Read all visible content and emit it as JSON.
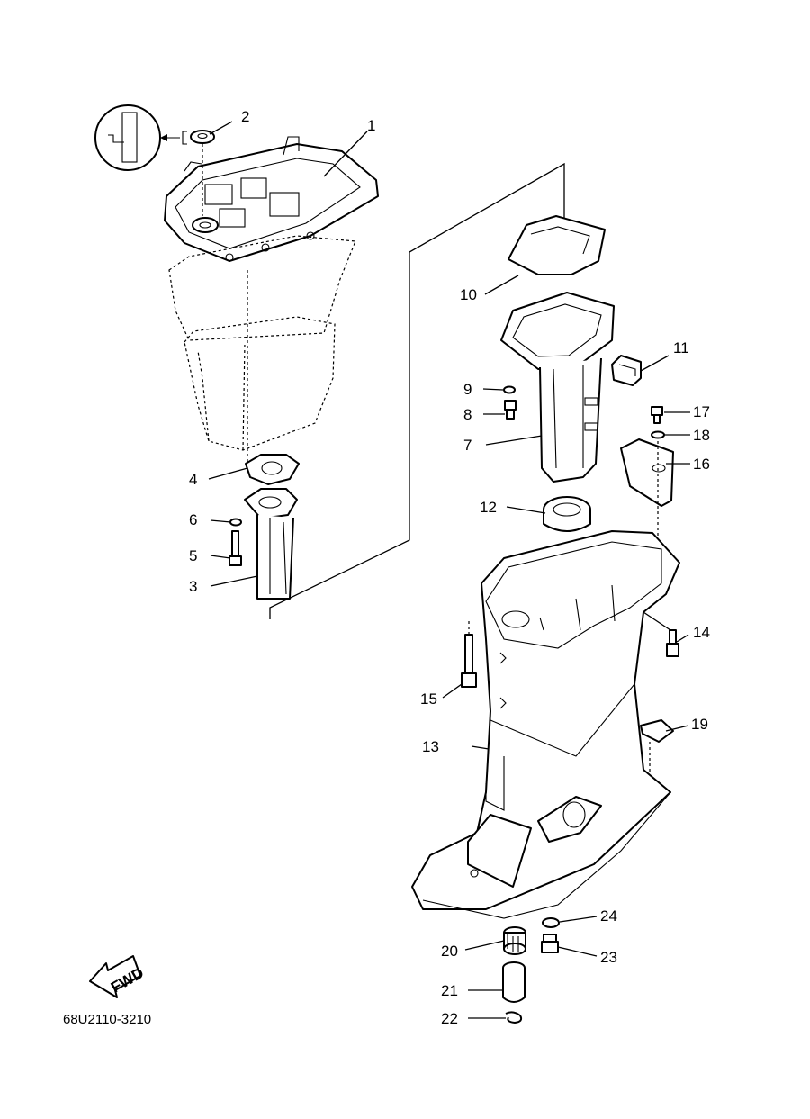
{
  "diagram": {
    "drawing_code": "68U2110-3210",
    "fwd_label": "FWD",
    "callouts": [
      {
        "id": "c1",
        "text": "1"
      },
      {
        "id": "c2",
        "text": "2"
      },
      {
        "id": "c3",
        "text": "3"
      },
      {
        "id": "c4",
        "text": "4"
      },
      {
        "id": "c5",
        "text": "5"
      },
      {
        "id": "c6",
        "text": "6"
      },
      {
        "id": "c7",
        "text": "7"
      },
      {
        "id": "c8",
        "text": "8"
      },
      {
        "id": "c9",
        "text": "9"
      },
      {
        "id": "c10",
        "text": "10"
      },
      {
        "id": "c11",
        "text": "11"
      },
      {
        "id": "c12",
        "text": "12"
      },
      {
        "id": "c13",
        "text": "13"
      },
      {
        "id": "c14",
        "text": "14"
      },
      {
        "id": "c15",
        "text": "15"
      },
      {
        "id": "c16",
        "text": "16"
      },
      {
        "id": "c17",
        "text": "17"
      },
      {
        "id": "c18",
        "text": "18"
      },
      {
        "id": "c19",
        "text": "19"
      },
      {
        "id": "c20",
        "text": "20"
      },
      {
        "id": "c21",
        "text": "21"
      },
      {
        "id": "c22",
        "text": "22"
      },
      {
        "id": "c23",
        "text": "23"
      },
      {
        "id": "c24",
        "text": "24"
      }
    ]
  }
}
